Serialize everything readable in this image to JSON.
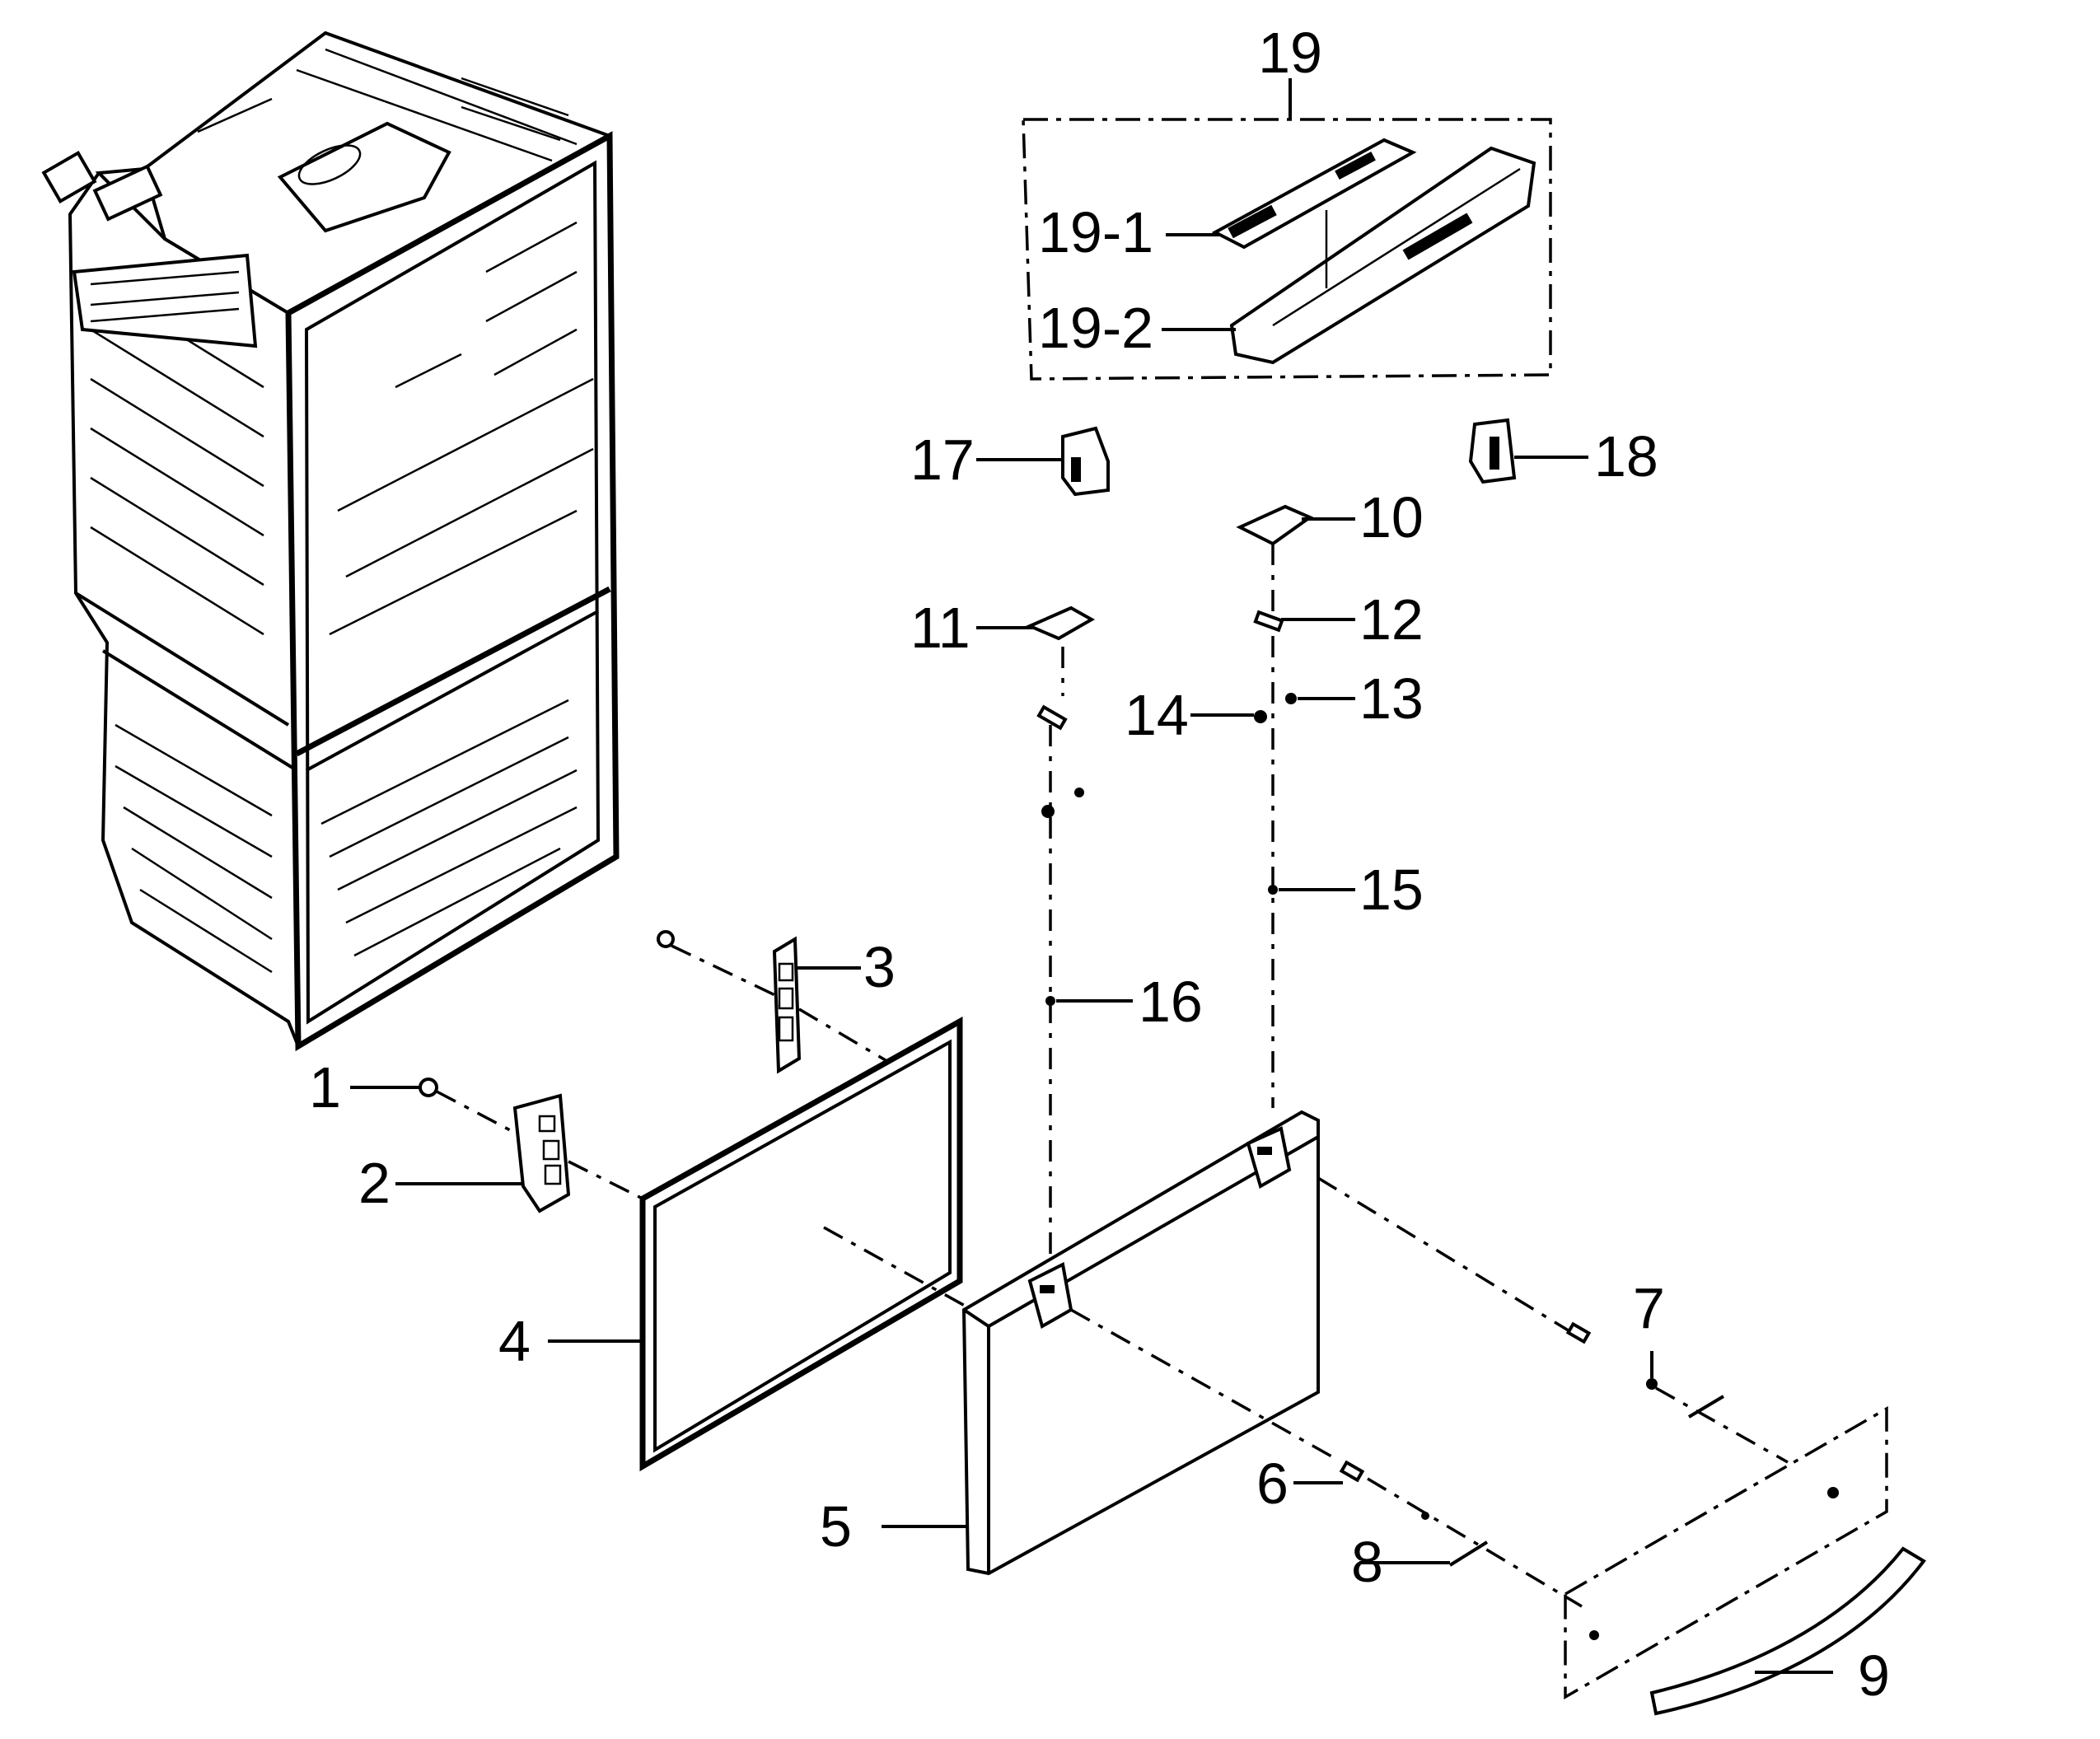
{
  "callouts": {
    "c1": "1",
    "c2": "2",
    "c3": "3",
    "c4": "4",
    "c5": "5",
    "c6": "6",
    "c7": "7",
    "c8": "8",
    "c9": "9",
    "c10": "10",
    "c11": "11",
    "c12": "12",
    "c13": "13",
    "c14": "14",
    "c15": "15",
    "c16": "16",
    "c17": "17",
    "c18": "18",
    "c19": "19",
    "c19_1": "19-1",
    "c19_2": "19-2"
  }
}
